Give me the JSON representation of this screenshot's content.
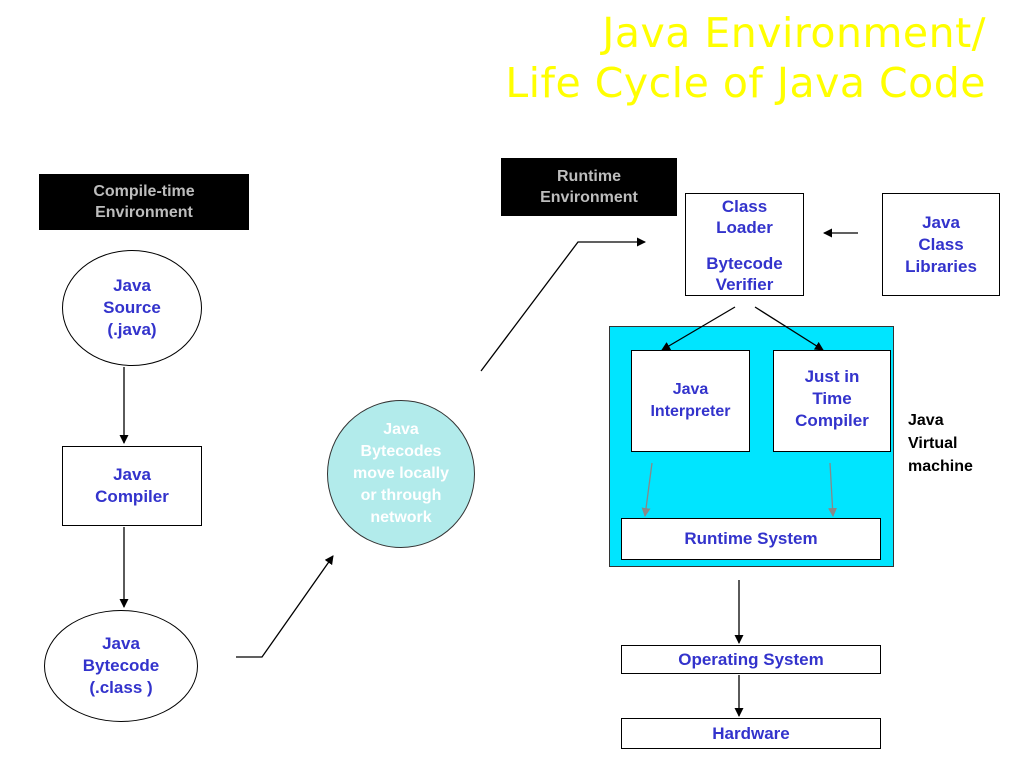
{
  "title": {
    "line1": "Java Environment/",
    "line2": "Life Cycle of Java Code"
  },
  "compile_time": {
    "line1": "Compile-time",
    "line2": "Environment"
  },
  "runtime": {
    "line1": "Runtime",
    "line2": "Environment"
  },
  "java_source": {
    "line1": "Java",
    "line2": "Source",
    "line3": "(.java)"
  },
  "java_compiler": {
    "line1": "Java",
    "line2": "Compiler"
  },
  "java_bytecode": {
    "line1": "Java",
    "line2": "Bytecode",
    "line3": "(.class )"
  },
  "bytecodes_move": {
    "line1": "Java",
    "line2": "Bytecodes",
    "line3": "move locally",
    "line4": "or through",
    "line5": "network"
  },
  "class_loader": {
    "line1": "Class",
    "line2": "Loader",
    "line3": "Bytecode",
    "line4": "Verifier"
  },
  "class_libraries": {
    "line1": "Java",
    "line2": "Class",
    "line3": "Libraries"
  },
  "interpreter": {
    "line1": "Java",
    "line2": "Interpreter"
  },
  "jit": {
    "line1": "Just in",
    "line2": "Time",
    "line3": "Compiler"
  },
  "runtime_system": "Runtime System",
  "jvm_label": {
    "line1": "Java",
    "line2": "Virtual",
    "line3": "machine"
  },
  "operating_system": "Operating System",
  "hardware": "Hardware",
  "colors": {
    "title": "#ffff00",
    "node_text": "#3333cc",
    "jvm_fill": "#00e5ff",
    "bytecode_circle_fill": "#b2ebeb",
    "header_box": "#000000"
  }
}
